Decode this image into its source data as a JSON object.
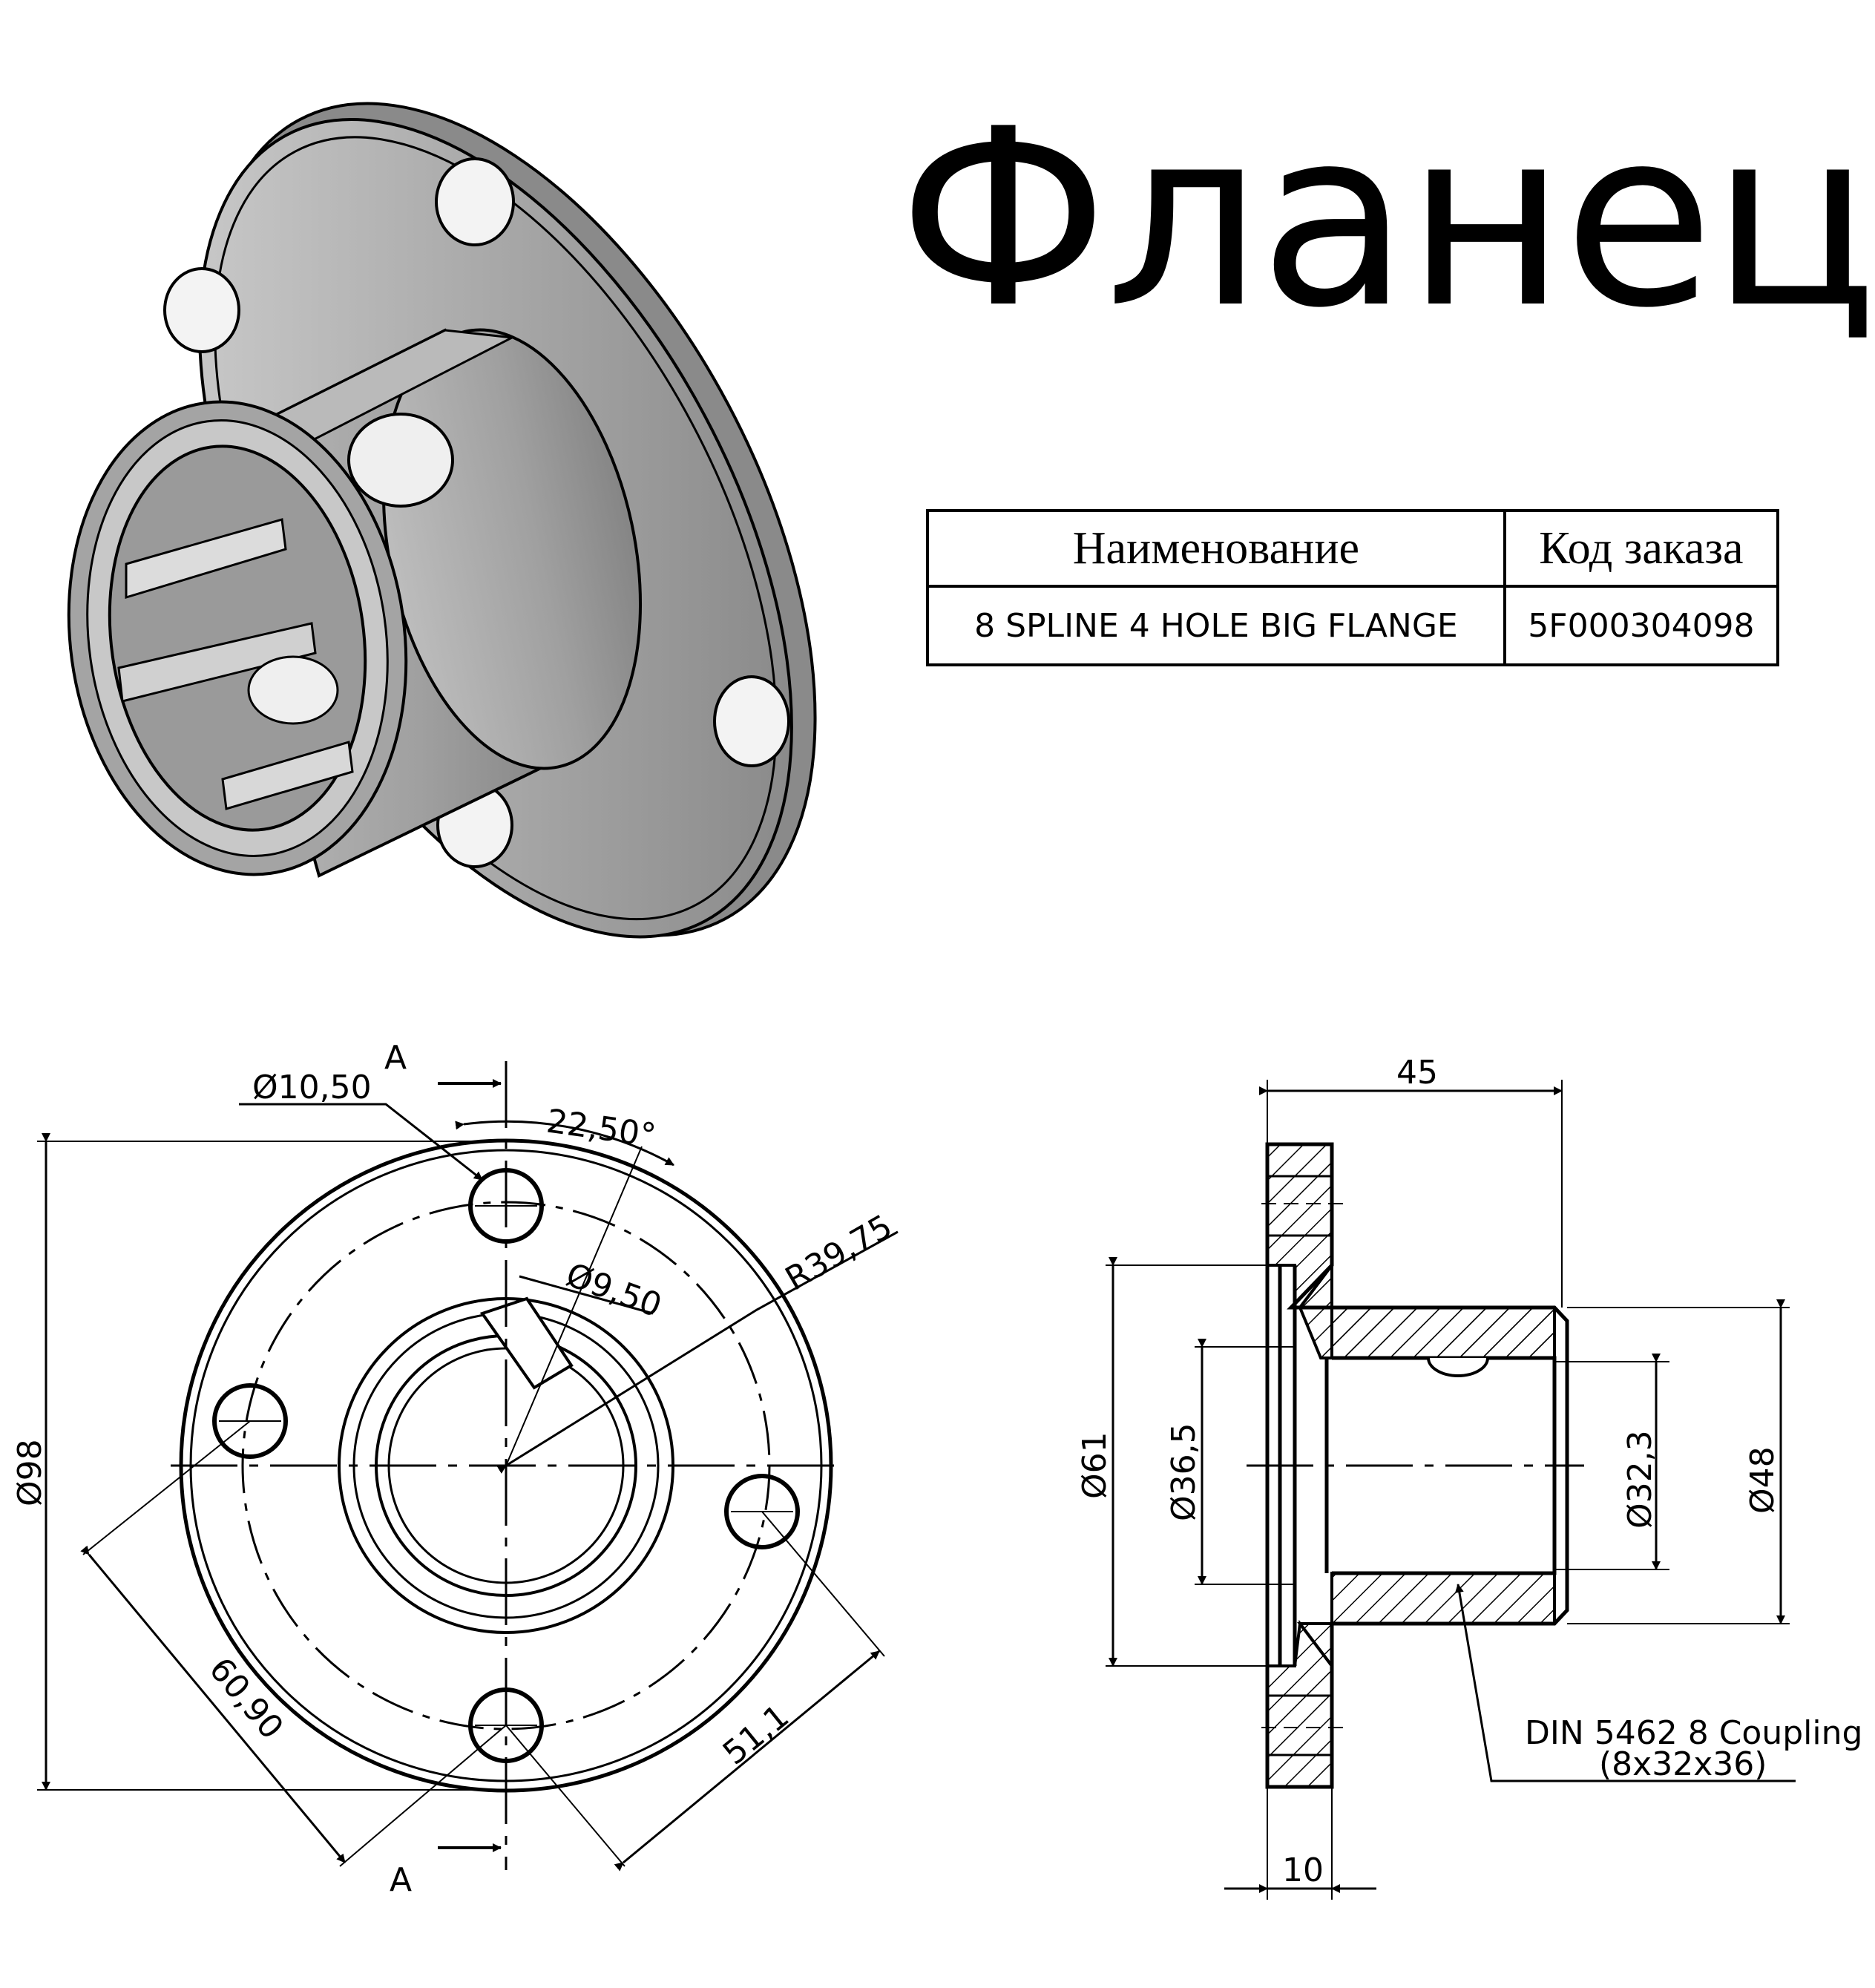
{
  "title": "Фланец",
  "spec_table": {
    "headers": [
      "Наименование",
      "Код заказа"
    ],
    "row": [
      "8 SPLINE 4 HOLE BIG FLANGE",
      "5F000304098"
    ]
  },
  "front_view": {
    "section_mark": "A",
    "hole_dia": "Ø10,50",
    "angle": "22,50°",
    "pin_hole_dia": "Ø9,50",
    "radius": "R39,75",
    "outer_dia": "Ø98",
    "diag_dim_1": "60,90",
    "diag_dim_2": "51,1"
  },
  "section_view": {
    "length": "45",
    "flange_dia": "Ø61",
    "bore_dia": "Ø36,5",
    "inner_dia": "Ø32,3",
    "hub_dia": "Ø48",
    "flange_thickness": "10",
    "note_line1": "DIN 5462 8 Coupling",
    "note_line2": "(8x32x36)"
  }
}
